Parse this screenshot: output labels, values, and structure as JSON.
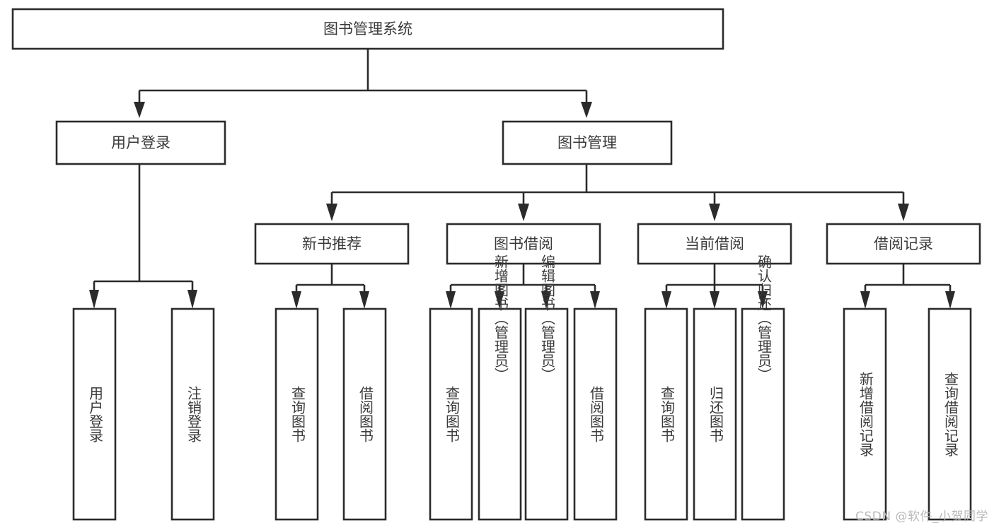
{
  "diagram": {
    "type": "tree-hierarchy",
    "title": "图书管理系统",
    "root": {
      "id": "root",
      "label": "图书管理系统",
      "level": 0
    },
    "level2": [
      {
        "id": "user-login",
        "label": "用户登录"
      },
      {
        "id": "book-manage",
        "label": "图书管理"
      }
    ],
    "level3": [
      {
        "id": "new-book-recommend",
        "label": "新书推荐",
        "parent": "book-manage"
      },
      {
        "id": "book-borrow",
        "label": "图书借阅",
        "parent": "book-manage"
      },
      {
        "id": "current-borrow",
        "label": "当前借阅",
        "parent": "book-manage"
      },
      {
        "id": "borrow-record",
        "label": "借阅记录",
        "parent": "book-manage"
      }
    ],
    "leaves": [
      {
        "id": "leaf-user-login",
        "label": "用户登录",
        "parent": "user-login"
      },
      {
        "id": "leaf-logout-login",
        "label": "注销登录",
        "parent": "user-login"
      },
      {
        "id": "leaf-query-book-1",
        "label": "查询图书",
        "parent": "new-book-recommend"
      },
      {
        "id": "leaf-borrow-book-1",
        "label": "借阅图书",
        "parent": "new-book-recommend"
      },
      {
        "id": "leaf-query-book-2",
        "label": "查询图书",
        "parent": "book-borrow"
      },
      {
        "id": "leaf-add-book",
        "label": "新增图书（管理员）",
        "parent": "book-borrow"
      },
      {
        "id": "leaf-edit-book",
        "label": "编辑图书（管理员）",
        "parent": "book-borrow"
      },
      {
        "id": "leaf-borrow-book-2",
        "label": "借阅图书",
        "parent": "book-borrow"
      },
      {
        "id": "leaf-query-book-3",
        "label": "查询图书",
        "parent": "current-borrow"
      },
      {
        "id": "leaf-return-book",
        "label": "归还图书",
        "parent": "current-borrow"
      },
      {
        "id": "leaf-confirm-return",
        "label": "确认归还（管理员）",
        "parent": "current-borrow"
      },
      {
        "id": "leaf-add-record",
        "label": "新增借阅记录",
        "parent": "borrow-record"
      },
      {
        "id": "leaf-query-record",
        "label": "查询借阅记录",
        "parent": "borrow-record"
      }
    ],
    "colors": {
      "stroke": "#2b2b2b",
      "fill": "#ffffff",
      "text": "#3a3a3a",
      "watermark": "#b9b9b9"
    }
  },
  "watermark": {
    "text": "CSDN @软件_小贺同学"
  }
}
